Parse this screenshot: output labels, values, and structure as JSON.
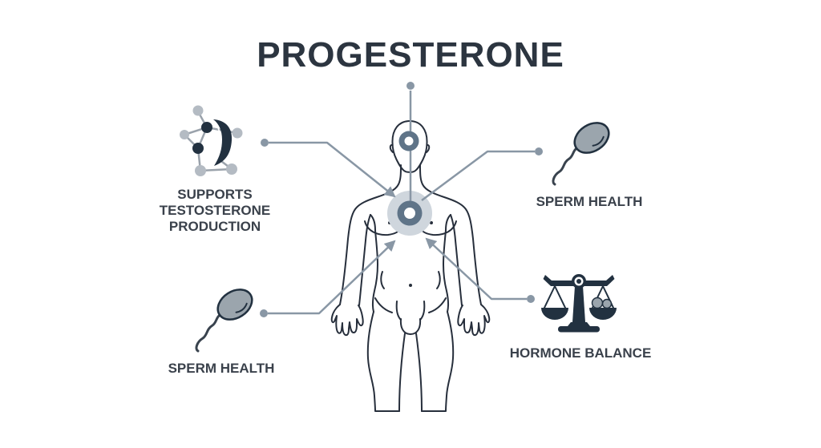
{
  "title": "PROGESTERONE",
  "callouts": [
    {
      "label": "SUPPORTS TESTOSTERONE PRODUCTION",
      "icon": "molecule-icon",
      "position": "top-left"
    },
    {
      "label": "SPERM HEALTH",
      "icon": "sperm-icon",
      "position": "top-right"
    },
    {
      "label": "SPERM HEALTH",
      "icon": "sperm-icon",
      "position": "bottom-left"
    },
    {
      "label": "HORMONE BALANCE",
      "icon": "balance-scale-icon",
      "position": "bottom-right"
    }
  ],
  "figure": {
    "markers": [
      "head-ring-icon",
      "chest-ring-icon"
    ]
  },
  "colors": {
    "background": "#ffffff",
    "title_text": "#2c3540",
    "label_text": "#3a414b",
    "connector": "#8997a5",
    "ring": "#5f7488",
    "ring_halo": "#cfd6dd",
    "body_outline": "#272f3c",
    "icon_dark": "#223140",
    "icon_gray": "#9ba5ad",
    "molecule_light": "#b4bbc3",
    "molecule_bond": "#9aa2ab"
  }
}
